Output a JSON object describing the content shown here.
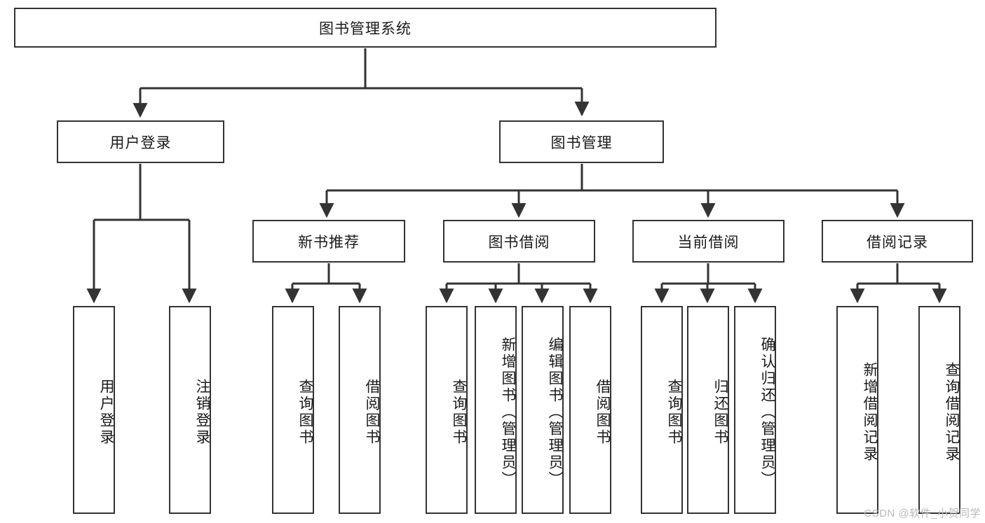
{
  "diagram": {
    "type": "tree",
    "title": "图书管理系统",
    "root": {
      "label": "图书管理系统",
      "children": [
        {
          "label": "用户登录",
          "children": [
            {
              "label": "用户登录"
            },
            {
              "label": "注销登录"
            }
          ]
        },
        {
          "label": "图书管理",
          "children": [
            {
              "label": "新书推荐",
              "children": [
                {
                  "label": "查询图书"
                },
                {
                  "label": "借阅图书"
                }
              ]
            },
            {
              "label": "图书借阅",
              "children": [
                {
                  "label": "查询图书"
                },
                {
                  "label": "新增图书（管理员）"
                },
                {
                  "label": "编辑图书（管理员）"
                },
                {
                  "label": "借阅图书"
                }
              ]
            },
            {
              "label": "当前借阅",
              "children": [
                {
                  "label": "查询图书"
                },
                {
                  "label": "归还图书"
                },
                {
                  "label": "确认归还（管理员）"
                }
              ]
            },
            {
              "label": "借阅记录",
              "children": [
                {
                  "label": "新增借阅记录"
                },
                {
                  "label": "查询借阅记录"
                }
              ]
            }
          ]
        }
      ]
    }
  },
  "nodes": {
    "root": "图书管理系统",
    "l2_user_login": "用户登录",
    "l2_book_manage": "图书管理",
    "l3_new_book": "新书推荐",
    "l3_book_borrow": "图书借阅",
    "l3_current_borrow": "当前借阅",
    "l3_borrow_record": "借阅记录",
    "leaf_user_login": "用户登录",
    "leaf_logout": "注销登录",
    "leaf_query_book_1": "查询图书",
    "leaf_borrow_book_1": "借阅图书",
    "leaf_query_book_2": "查询图书",
    "leaf_add_book": "新增图书（管理员）",
    "leaf_edit_book": "编辑图书（管理员）",
    "leaf_borrow_book_2": "借阅图书",
    "leaf_query_book_3": "查询图书",
    "leaf_return_book": "归还图书",
    "leaf_confirm_return": "确认归还（管理员）",
    "leaf_add_record": "新增借阅记录",
    "leaf_query_record": "查询借阅记录"
  },
  "watermark": "CSDN @软件_小贺同学",
  "colors": {
    "line": "#333333",
    "box_border": "#333333",
    "box_fill": "#ffffff",
    "text": "#1a1a1a",
    "watermark": "#b9b9b9"
  }
}
